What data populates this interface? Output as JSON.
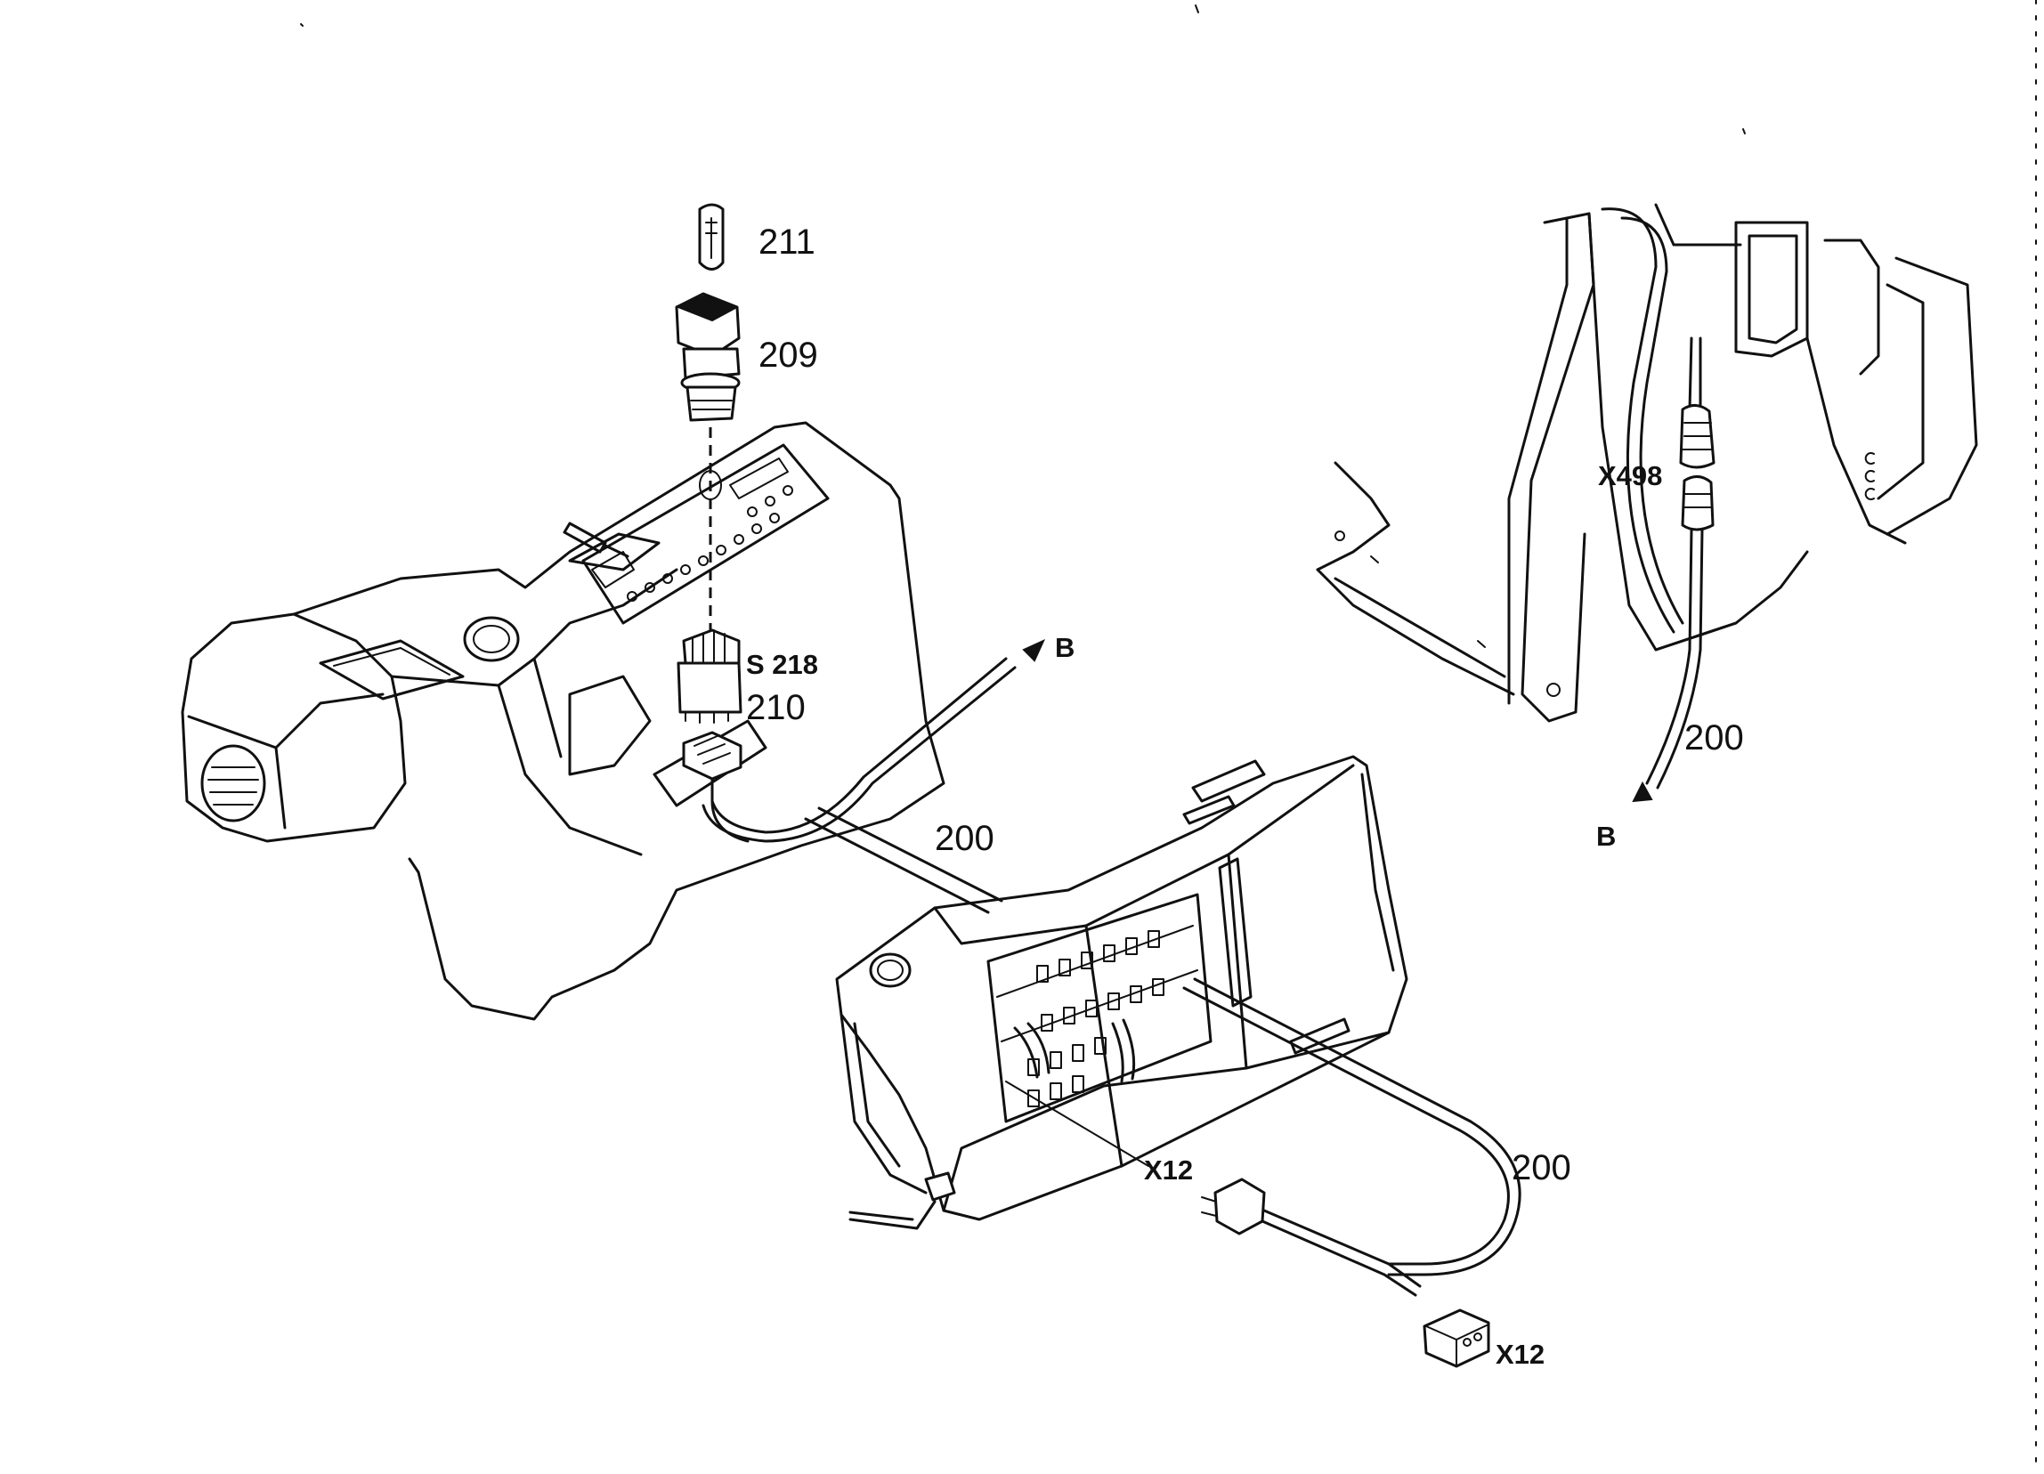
{
  "diagram": {
    "callouts": {
      "p211": "211",
      "p209": "209",
      "s218": "S 218",
      "p210": "210",
      "b_top": "B",
      "p200_left": "200",
      "x498": "X498",
      "p200_right": "200",
      "b_right": "B",
      "x12_panel": "X12",
      "p200_bottom": "200",
      "x12_plug": "X12"
    },
    "line_color": "#111111",
    "background": "#ffffff"
  }
}
